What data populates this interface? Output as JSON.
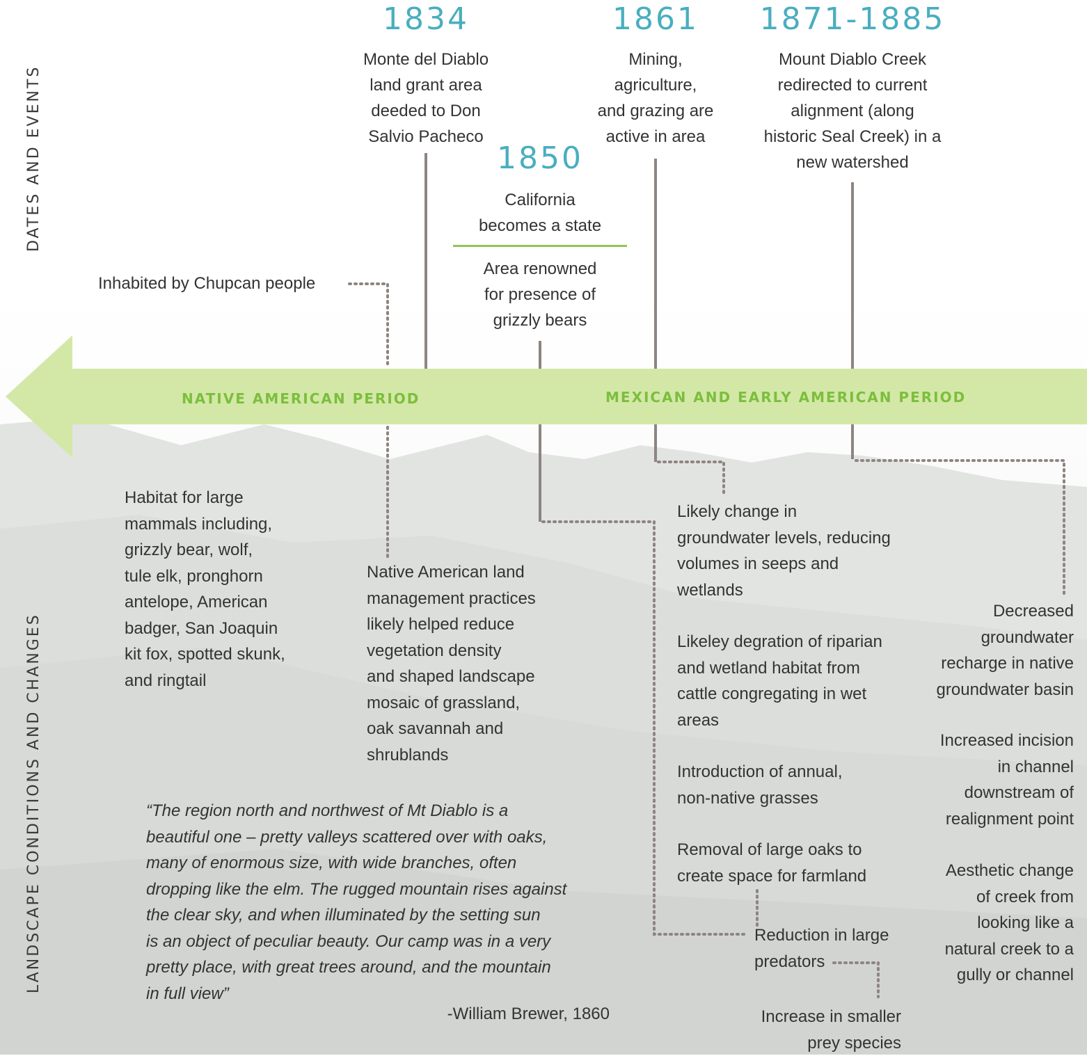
{
  "axis_labels": {
    "top": "DATES AND EVENTS",
    "bottom": "LANDSCAPE CONDITIONS AND CHANGES"
  },
  "periods": {
    "native": "NATIVE AMERICAN PERIOD",
    "mexican": "MEXICAN AND EARLY AMERICAN PERIOD"
  },
  "events": {
    "e1834": {
      "year": "1834",
      "lines": [
        "Monte del Diablo",
        "land grant area",
        "deeded to Don",
        "Salvio Pacheco"
      ]
    },
    "e1850": {
      "year": "1850",
      "lines": [
        "California",
        "becomes a state"
      ],
      "sub_lines": [
        "Area renowned",
        "for presence of",
        "grizzly bears"
      ]
    },
    "e1861": {
      "year": "1861",
      "lines": [
        "Mining,",
        "agriculture,",
        "and grazing are",
        "active in area"
      ]
    },
    "e1871": {
      "year": "1871-1885",
      "lines": [
        "Mount Diablo Creek",
        "redirected to current",
        "alignment (along",
        "historic Seal Creek) in a",
        "new watershed"
      ]
    }
  },
  "inhabited": "Inhabited by Chupcan people",
  "conditions": {
    "habitat": [
      "Habitat for large",
      "mammals including,",
      "grizzly bear, wolf,",
      "tule elk, pronghorn",
      "antelope, American",
      "badger, San Joaquin",
      "kit fox, spotted skunk,",
      "and ringtail"
    ],
    "native_mgmt": [
      "Native American land",
      "management practices",
      "likely helped reduce",
      "vegetation density",
      "and shaped landscape",
      "mosaic of grassland,",
      "oak savannah and",
      "shrublands"
    ],
    "groundwater_change": [
      "Likely change in",
      "groundwater levels, reducing",
      "volumes in seeps and",
      "wetlands"
    ],
    "riparian": [
      "Likeley degration of riparian",
      "and wetland habitat from",
      "cattle congregating in wet",
      "areas"
    ],
    "annual_grasses": [
      "Introduction of annual,",
      "non-native grasses"
    ],
    "oaks": [
      "Removal of large oaks to",
      "create space for farmland"
    ],
    "predators": [
      "Reduction in large",
      "predators"
    ],
    "prey": [
      "Increase in smaller",
      "prey species"
    ],
    "recharge": [
      "Decreased",
      "groundwater",
      "recharge in native",
      "groundwater basin"
    ],
    "incision": [
      "Increased incision",
      "in channel",
      "downstream of",
      "realignment point"
    ],
    "aesthetic": [
      "Aesthetic change",
      "of creek from",
      "looking like a",
      "natural creek to a",
      "gully or channel"
    ]
  },
  "quote": {
    "lines": [
      "“The region north and northwest of Mt Diablo is a",
      "beautiful one – pretty valleys scattered over with oaks,",
      "many of enormous size, with wide branches, often",
      "dropping like the elm. The rugged mountain rises against",
      "the clear sky, and when illuminated by the setting sun",
      "is an object of peculiar beauty. Our camp was in a very",
      "pretty place, with great trees around, and the mountain",
      "in full view”"
    ],
    "attribution": "-William Brewer, 1860"
  },
  "colors": {
    "year": "#49aebf",
    "arrow": "#d3e8a6",
    "period_text": "#7cbe3e",
    "connector": "#8e8480",
    "divider": "#8fc45a"
  }
}
